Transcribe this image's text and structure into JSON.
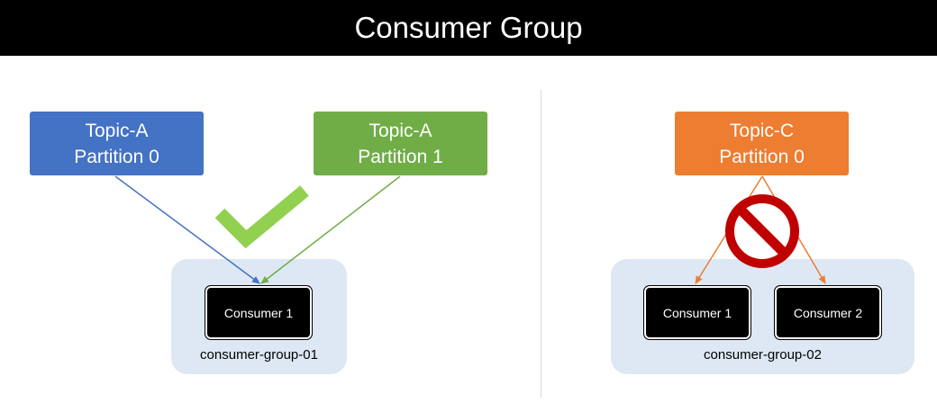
{
  "title": "Consumer Group",
  "left": {
    "topics": [
      {
        "line1": "Topic-A",
        "line2": "Partition 0",
        "color": "#4472c4"
      },
      {
        "line1": "Topic-A",
        "line2": "Partition 1",
        "color": "#70ad47"
      }
    ],
    "status_icon": "checkmark-icon",
    "group": {
      "label": "consumer-group-01",
      "consumers": [
        "Consumer 1"
      ]
    }
  },
  "right": {
    "topic": {
      "line1": "Topic-C",
      "line2": "Partition 0",
      "color": "#ed7d31"
    },
    "status_icon": "prohibited-icon",
    "group": {
      "label": "consumer-group-02",
      "consumers": [
        "Consumer 1",
        "Consumer 2"
      ]
    }
  },
  "colors": {
    "header_bg": "#000000",
    "group_bg": "#dde8f4",
    "check": "#92d050",
    "prohibit": "#c00000"
  }
}
